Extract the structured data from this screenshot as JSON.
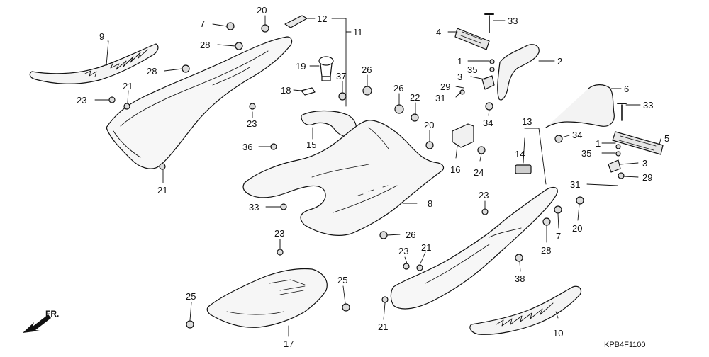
{
  "diagram": {
    "code": "KPB4F1100",
    "direction_label": "FR.",
    "callouts": {
      "c1a": "1",
      "c1b": "1",
      "c2": "2",
      "c3a": "3",
      "c3b": "3",
      "c4": "4",
      "c5": "5",
      "c6": "6",
      "c7a": "7",
      "c7b": "7",
      "c8": "8",
      "c9": "9",
      "c10": "10",
      "c11": "11",
      "c12": "12",
      "c13": "13",
      "c14": "14",
      "c15": "15",
      "c16": "16",
      "c17": "17",
      "c18": "18",
      "c19": "19",
      "c20a": "20",
      "c20b": "20",
      "c20c": "20",
      "c21a": "21",
      "c21b": "21",
      "c21c": "21",
      "c21d": "21",
      "c22": "22",
      "c23a": "23",
      "c23b": "23",
      "c23c": "23",
      "c23d": "23",
      "c23e": "23",
      "c24": "24",
      "c25a": "25",
      "c25b": "25",
      "c26a": "26",
      "c26b": "26",
      "c26c": "26",
      "c28a": "28",
      "c28b": "28",
      "c28c": "28",
      "c29a": "29",
      "c29b": "29",
      "c31a": "31",
      "c31b": "31",
      "c33a": "33",
      "c33b": "33",
      "c33c": "33",
      "c34a": "34",
      "c34b": "34",
      "c35a": "35",
      "c35b": "35",
      "c36": "36",
      "c37": "37",
      "c38": "38"
    }
  }
}
